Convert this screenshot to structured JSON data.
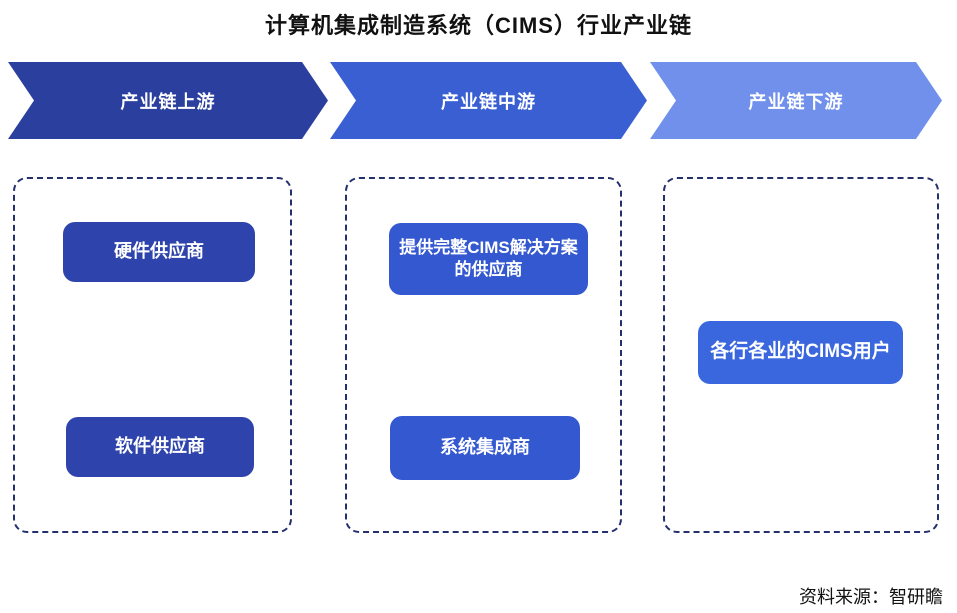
{
  "title": "计算机集成制造系统（CIMS）行业产业链",
  "source": "资料来源：智研瞻",
  "colors": {
    "upstream_arrow": "#2B3F9E",
    "midstream_arrow": "#3A5FD3",
    "downstream_arrow": "#7090EC",
    "upstream_node": "#2E44AC",
    "midstream_node": "#3458CF",
    "downstream_node": "#3A67DE",
    "dashed_border": "#24306E"
  },
  "columns": [
    {
      "id": "upstream",
      "header": "产业链上游",
      "arrow_color": "#2B3F9E",
      "node_color": "#2E44AC",
      "nodes": [
        {
          "label": "硬件供应商"
        },
        {
          "label": "软件供应商"
        }
      ]
    },
    {
      "id": "midstream",
      "header": "产业链中游",
      "arrow_color": "#3A5FD3",
      "node_color": "#3458CF",
      "nodes": [
        {
          "label": "提供完整CIMS解决方案的供应商"
        },
        {
          "label": "系统集成商"
        }
      ]
    },
    {
      "id": "downstream",
      "header": "产业链下游",
      "arrow_color": "#7090EC",
      "node_color": "#3A67DE",
      "nodes": [
        {
          "label": "各行各业的CIMS用户"
        }
      ]
    }
  ]
}
